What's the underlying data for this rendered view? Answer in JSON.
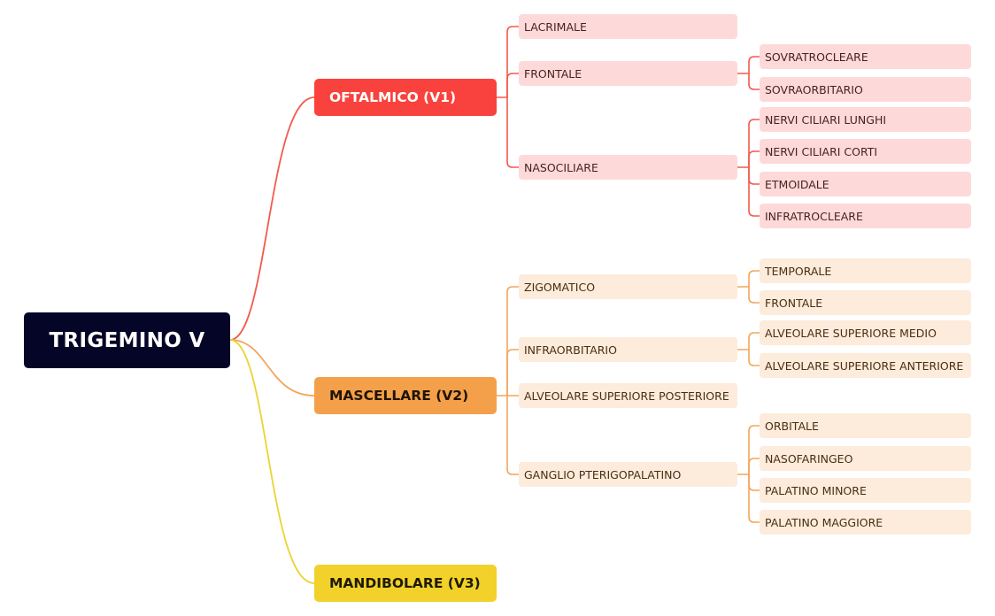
{
  "root": {
    "label": "TRIGEMINO V"
  },
  "branches": [
    {
      "label": "OFTALMICO (V1)",
      "color": "#f9423d",
      "text_color": "#ffffff",
      "line_color": "#f25a4c",
      "child_bg": "#fddad9",
      "child_text": "#4a1f1c",
      "children": [
        {
          "label": "LACRIMALE",
          "children": []
        },
        {
          "label": "FRONTALE",
          "children": [
            "SOVRATROCLEARE",
            "SOVRAORBITARIO"
          ]
        },
        {
          "label": "NASOCILIARE",
          "children": [
            "NERVI CILIARI LUNGHI",
            "NERVI CILIARI CORTI",
            "ETMOIDALE",
            "INFRATROCLEARE"
          ]
        }
      ]
    },
    {
      "label": "MASCELLARE (V2)",
      "color": "#f4a04a",
      "text_color": "#1e1305",
      "line_color": "#f4a55a",
      "child_bg": "#fdebdb",
      "child_text": "#4a2e12",
      "children": [
        {
          "label": "ZIGOMATICO",
          "children": [
            "TEMPORALE",
            "FRONTALE"
          ]
        },
        {
          "label": "INFRAORBITARIO",
          "children": [
            "ALVEOLARE SUPERIORE MEDIO",
            "ALVEOLARE SUPERIORE ANTERIORE"
          ]
        },
        {
          "label": "ALVEOLARE SUPERIORE POSTERIORE",
          "children": []
        },
        {
          "label": "GANGLIO PTERIGOPALATINO",
          "children": [
            "ORBITALE",
            "NASOFARINGEO",
            "PALATINO MINORE",
            "PALATINO MAGGIORE"
          ]
        }
      ]
    },
    {
      "label": "MANDIBOLARE (V3)",
      "color": "#f1d12a",
      "text_color": "#1e1a05",
      "line_color": "#ead434",
      "child_bg": "#fdf5cf",
      "child_text": "#4a400f",
      "children": []
    }
  ]
}
